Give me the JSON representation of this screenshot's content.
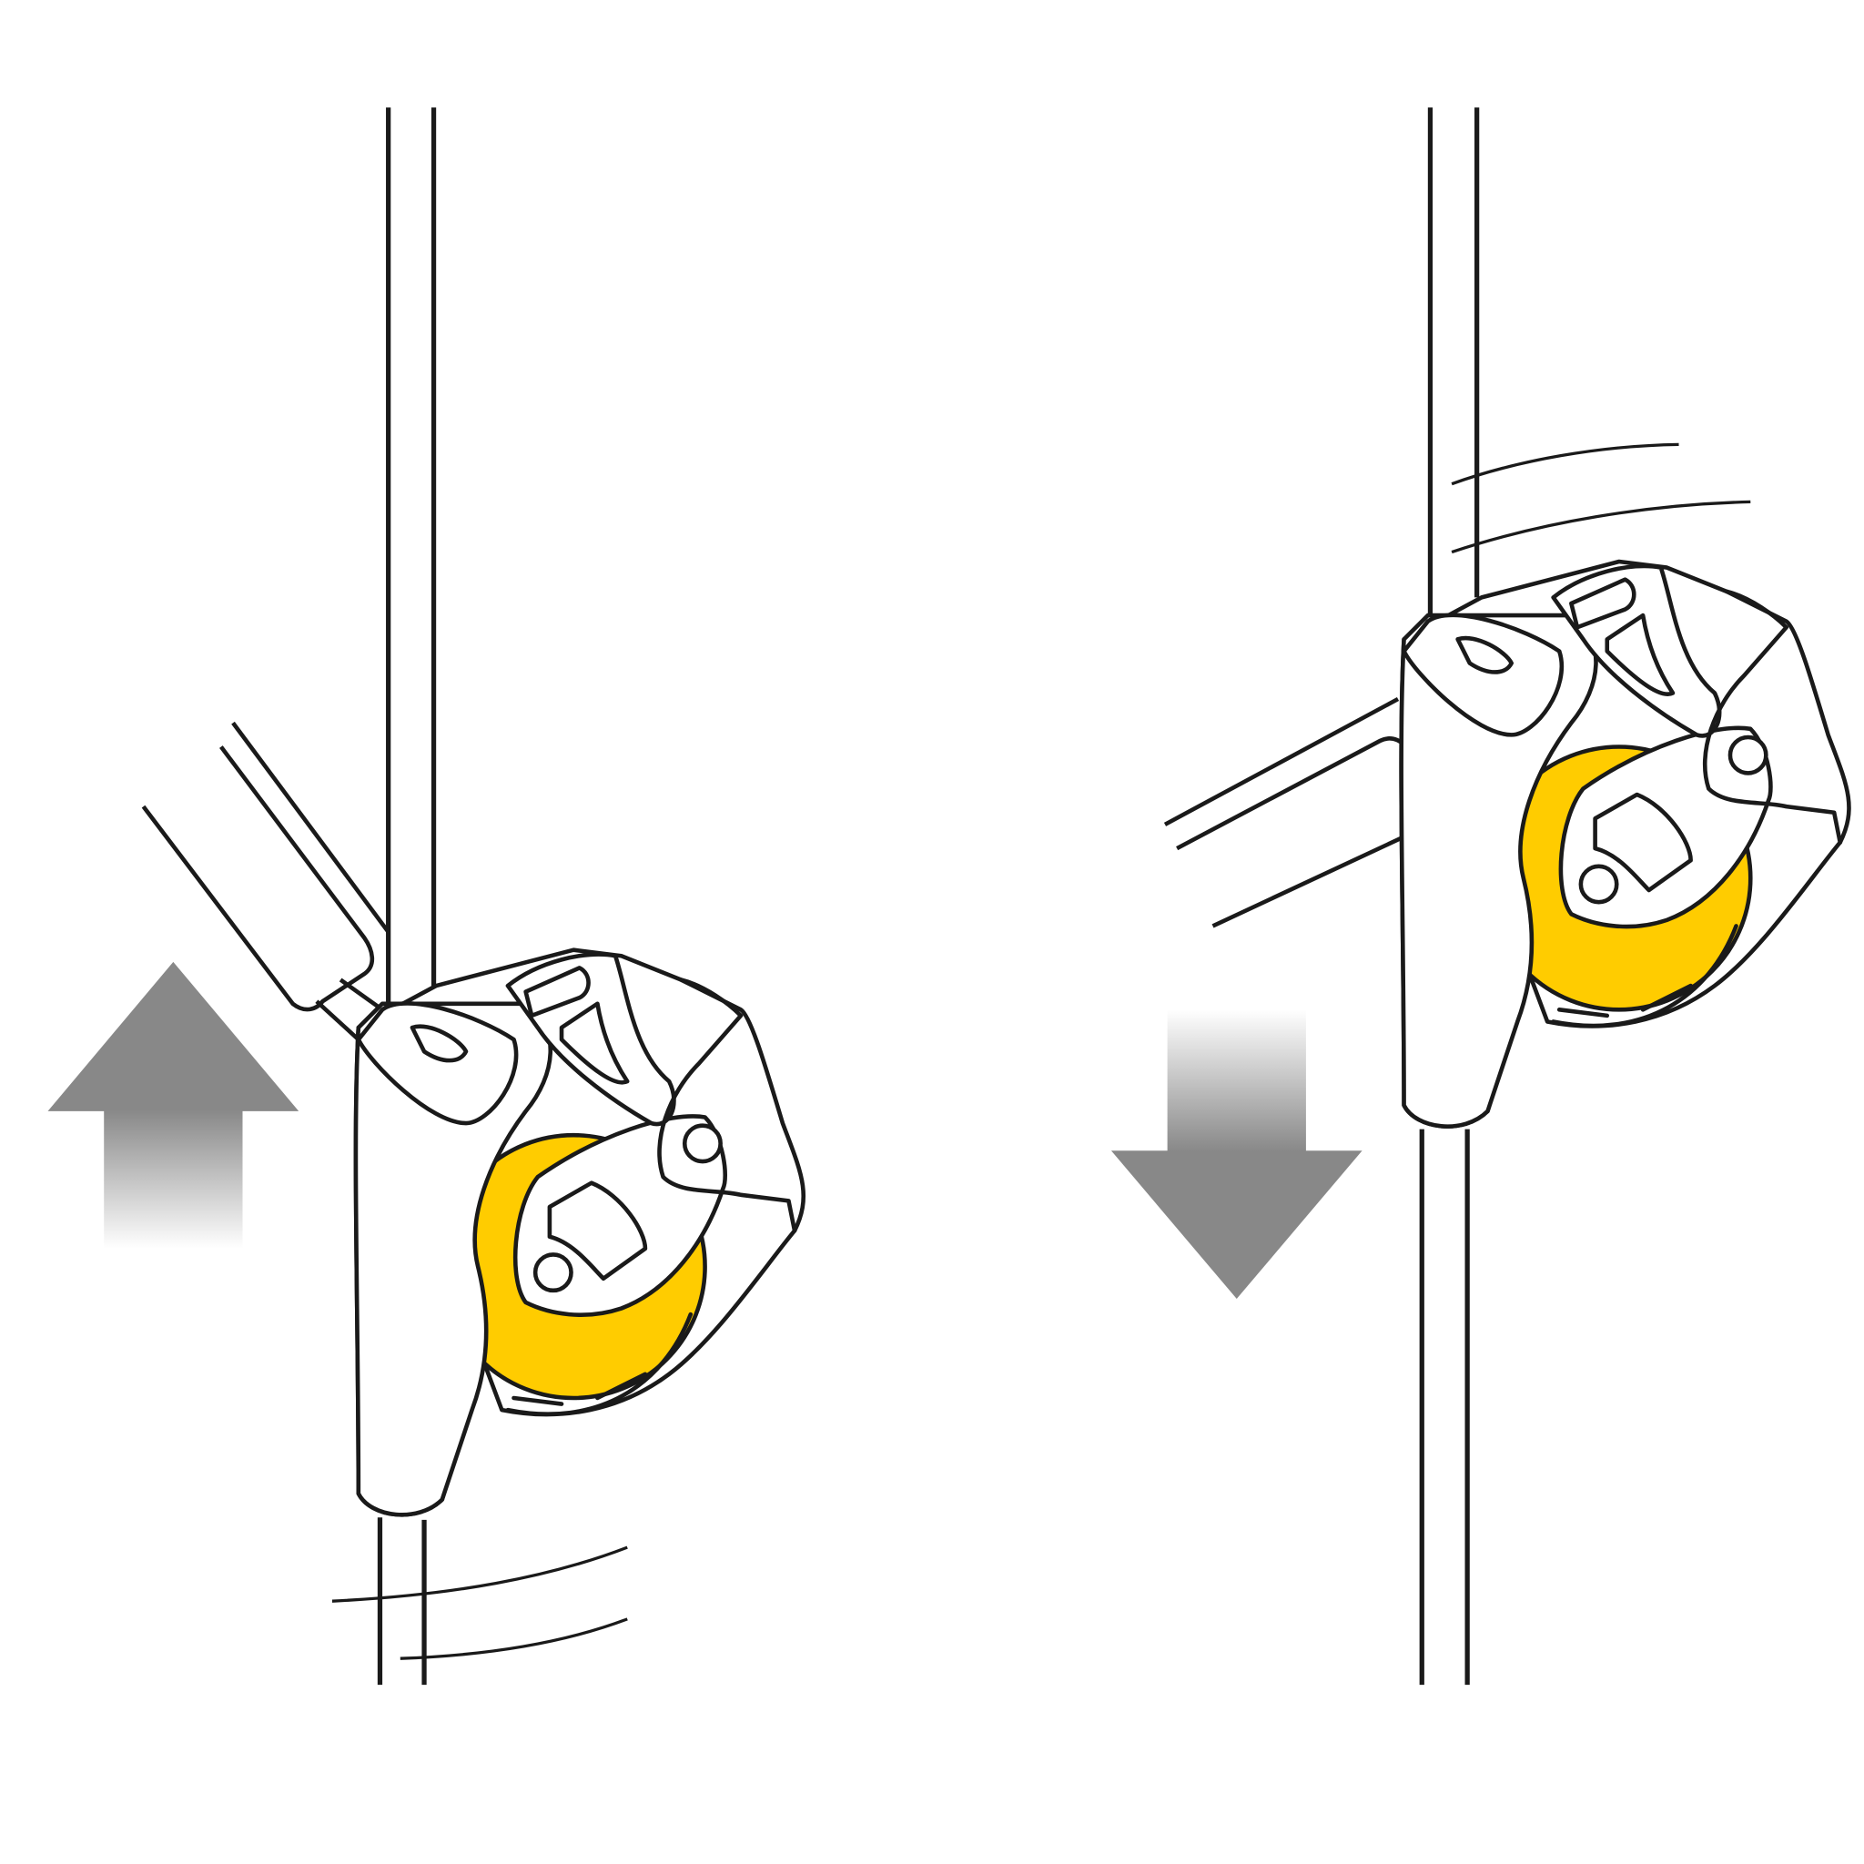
{
  "illustration": {
    "panels": [
      {
        "id": "left",
        "arrow_direction": "up"
      },
      {
        "id": "right",
        "arrow_direction": "down"
      }
    ],
    "colors": {
      "background": "#ffffff",
      "outline": "#1a1a1a",
      "cam_yellow": "#FFCC00",
      "arrow_gray": "#888888"
    }
  }
}
